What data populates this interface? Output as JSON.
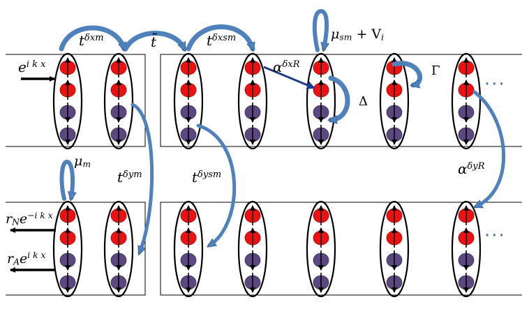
{
  "colors": {
    "red_site": "#ee1111",
    "purple_site": "#5b4880",
    "curved_arrow": "#4f81bd",
    "curved_arrow_dark": "#2e5a8a",
    "straight_arrow": "#1f3c8c",
    "black": "#000000"
  },
  "labels": {
    "t_m_base": "t",
    "t_m_sup": "δx",
    "t_m_sub": "m",
    "t_tilde": "t̃",
    "t_sm_base": "t",
    "t_sm_sup": "δx",
    "t_sm_sub": "sm",
    "mu_sm_vi": "μ",
    "mu_sm_sub": "sm",
    "mu_sm_plus": " + V",
    "mu_sm_vi_sub": "i",
    "e_ikx_base": "e",
    "e_ikx_sup": "i k x",
    "alpha_x_base": "α",
    "alpha_x_sup": "δx",
    "alpha_x_sub": "R",
    "delta": "Δ",
    "gamma": "Γ",
    "mu_m_base": "μ",
    "mu_m_sub": "m",
    "t_ym_base": "t",
    "t_ym_sup": "δy",
    "t_ym_sub": "m",
    "t_ysm_base": "t",
    "t_ysm_sup": "δy",
    "t_ysm_sub": "sm",
    "alpha_y_base": "α",
    "alpha_y_sup": "δy",
    "alpha_y_sub": "R",
    "rn_base": "r",
    "rn_sub": "N",
    "rn_e": "e",
    "rn_sup": "−i k x",
    "ra_base": "r",
    "ra_sub": "A",
    "ra_e": "e",
    "ra_sup": "i k x",
    "ellipsis_top": "···",
    "ellipsis_bottom": "···"
  }
}
